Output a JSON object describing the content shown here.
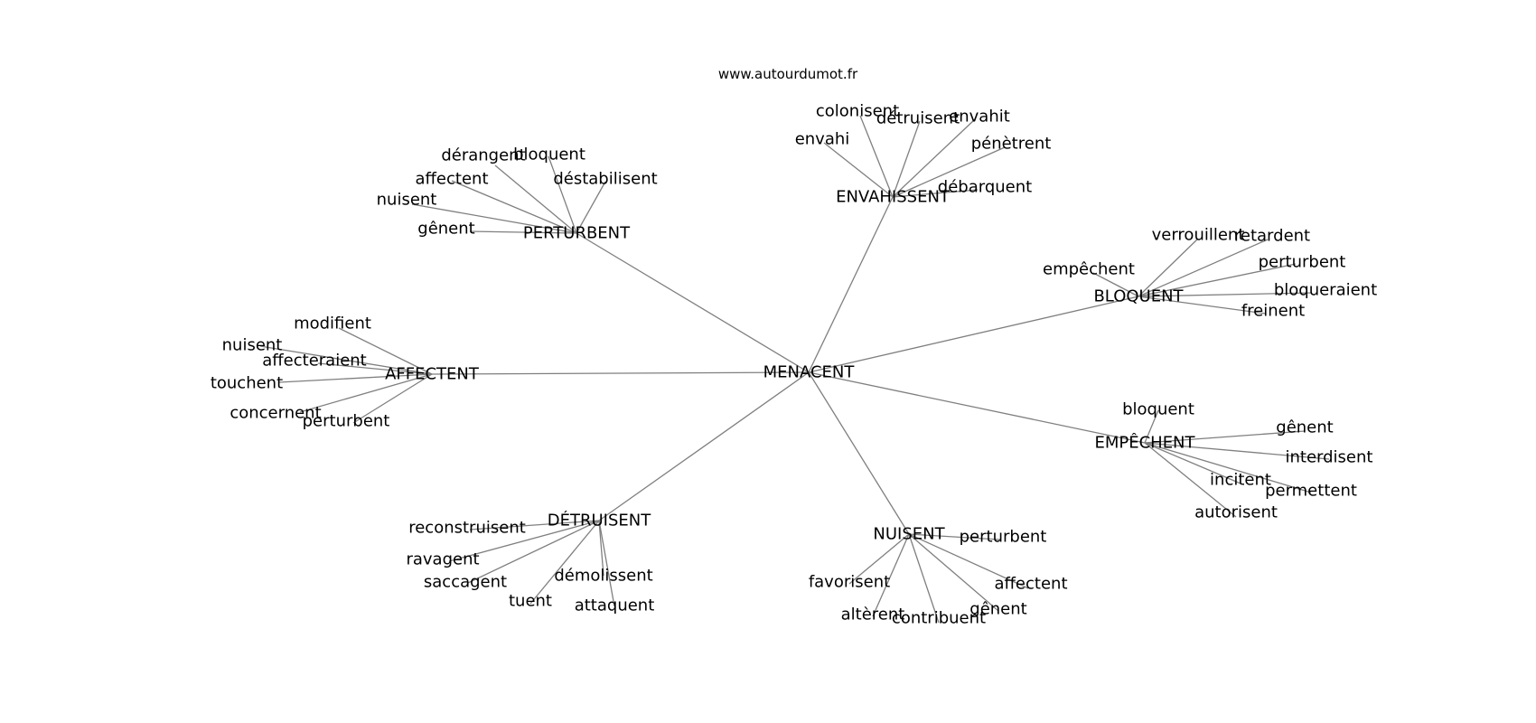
{
  "site": "www.autourdumot.fr",
  "center": "MENACENT",
  "hubs": [
    {
      "key": "perturbent",
      "label": "PERTURBENT",
      "leaves": [
        "dérangent",
        "bloquent",
        "déstabilisent",
        "affectent",
        "nuisent",
        "gênent"
      ]
    },
    {
      "key": "envahissent",
      "label": "ENVAHISSENT",
      "leaves": [
        "colonisent",
        "détruisent",
        "envahit",
        "envahi",
        "pénètrent",
        "débarquent"
      ]
    },
    {
      "key": "bloquent",
      "label": "BLOQUENT",
      "leaves": [
        "verrouillent",
        "retardent",
        "empêchent",
        "perturbent",
        "bloqueraient",
        "freinent"
      ]
    },
    {
      "key": "affectent",
      "label": "AFFECTENT",
      "leaves": [
        "modifient",
        "nuisent",
        "affecteraient",
        "touchent",
        "concernent",
        "perturbent"
      ]
    },
    {
      "key": "empechent",
      "label": "EMPÊCHENT",
      "leaves": [
        "bloquent",
        "gênent",
        "interdisent",
        "incitent",
        "permettent",
        "autorisent"
      ]
    },
    {
      "key": "detruisent",
      "label": "DÉTRUISENT",
      "leaves": [
        "reconstruisent",
        "ravagent",
        "saccagent",
        "démolissent",
        "tuent",
        "attaquent"
      ]
    },
    {
      "key": "nuisent",
      "label": "NUISENT",
      "leaves": [
        "perturbent",
        "favorisent",
        "affectent",
        "gênent",
        "altèrent",
        "contribuent"
      ]
    }
  ]
}
